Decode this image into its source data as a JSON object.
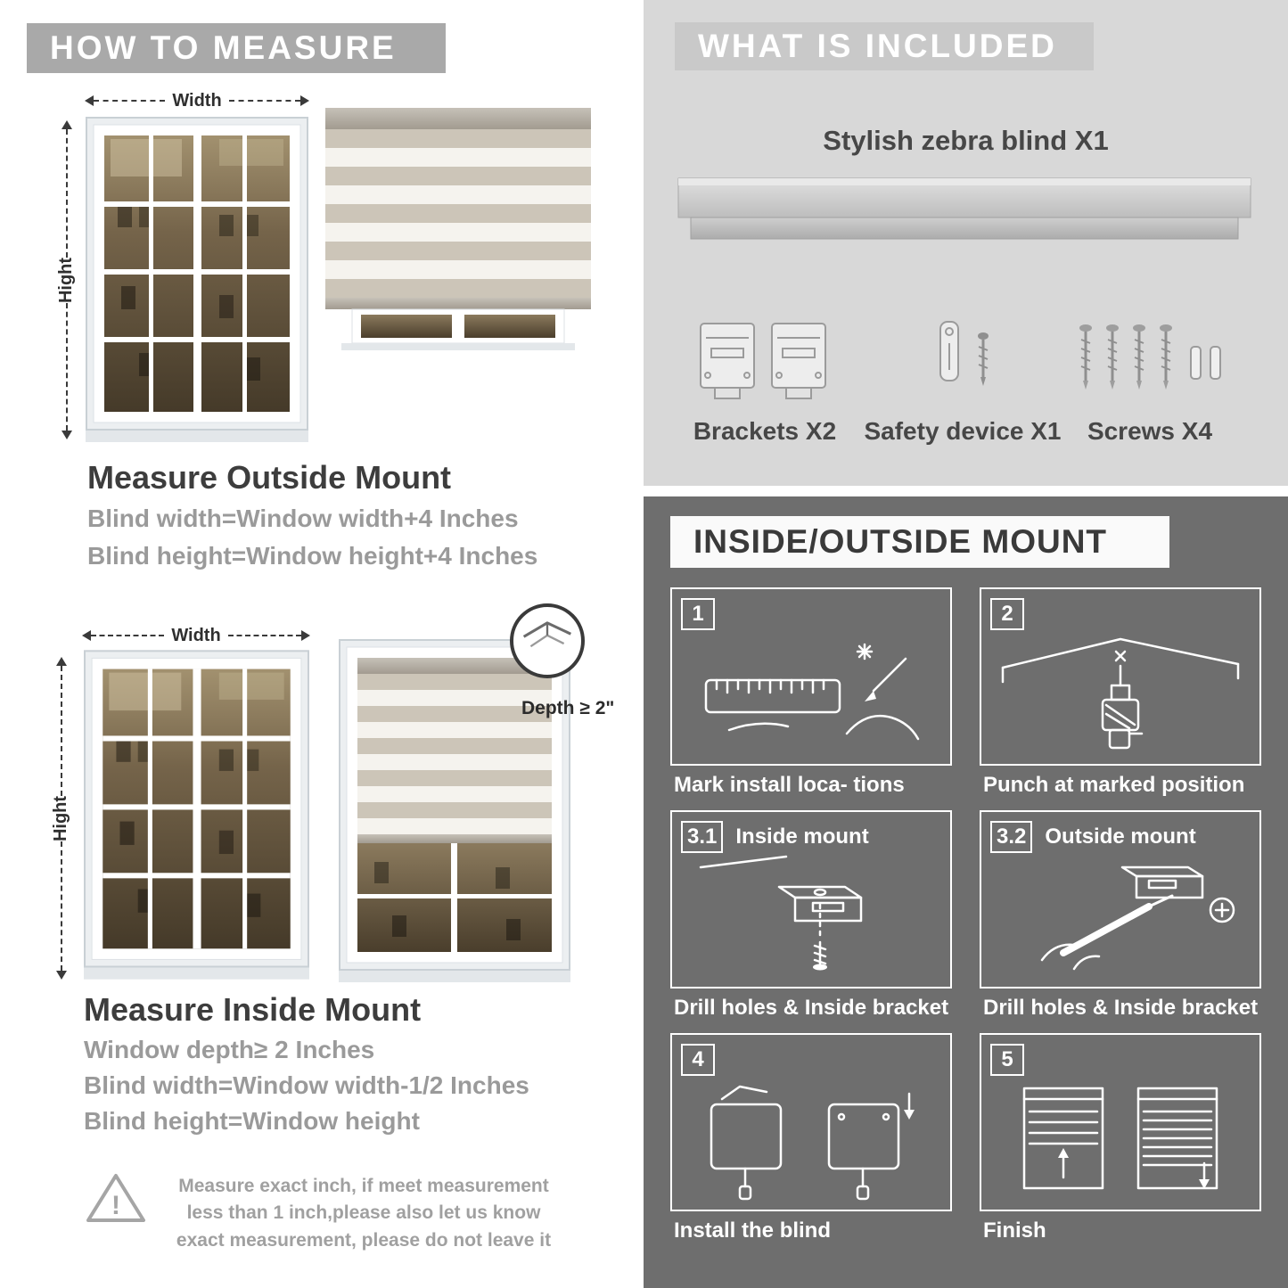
{
  "colors": {
    "banner_gray": "#a9a9a9",
    "panel_light": "#d8d8d8",
    "panel_dark": "#6e6e6e",
    "title_dark": "#3d3d3d",
    "sub_gray": "#9a9a9a"
  },
  "left": {
    "header": "HOW TO MEASURE",
    "outside": {
      "width_label": "Width",
      "height_label": "Hight",
      "title": "Measure Outside Mount",
      "line1": "Blind width=Window width+4 Inches",
      "line2": "Blind height=Window height+4 Inches"
    },
    "inside": {
      "width_label": "Width",
      "height_label": "Hight",
      "depth_label": "Depth ≥ 2\"",
      "title": "Measure Inside Mount",
      "line1": "Window depth≥ 2 Inches",
      "line2": "Blind width=Window width-1/2 Inches",
      "line3": "Blind height=Window height"
    },
    "warning_text": "Measure exact inch, if meet measurement less than 1 inch,please also let us know exact measurement, please do not leave it"
  },
  "right": {
    "included": {
      "header": "WHAT IS INCLUDED",
      "product_label": "Stylish zebra blind X1",
      "items": [
        {
          "label": "Brackets X2"
        },
        {
          "label": "Safety device X1"
        },
        {
          "label": "Screws X4"
        }
      ]
    },
    "mount": {
      "header": "INSIDE/OUTSIDE MOUNT",
      "steps": [
        {
          "num": "1",
          "caption": "Mark install loca- tions"
        },
        {
          "num": "2",
          "caption": "Punch at  marked position"
        },
        {
          "num": "3.1",
          "label": "Inside mount",
          "caption": "Drill holes &  Inside bracket"
        },
        {
          "num": "3.2",
          "label": "Outside mount",
          "caption": "Drill holes &  Inside bracket"
        },
        {
          "num": "4",
          "caption": "Install the blind"
        },
        {
          "num": "5",
          "caption": "Finish"
        }
      ]
    }
  }
}
